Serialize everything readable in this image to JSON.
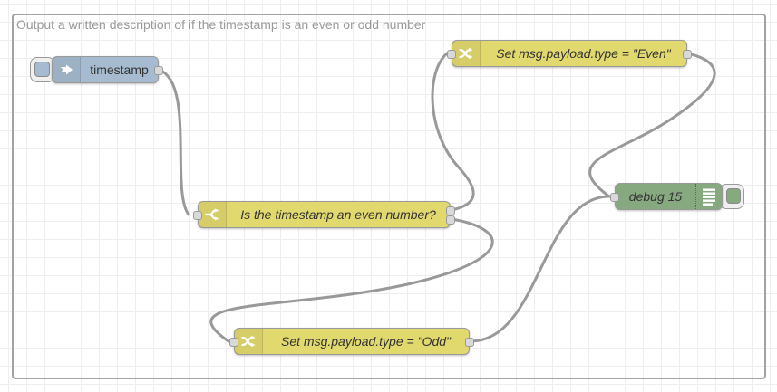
{
  "app": "Node-RED flow editor",
  "group": {
    "label": "Output a written description of if the timestamp is an even or odd number",
    "border_color": "#a3a3a3"
  },
  "nodes": {
    "timestamp": {
      "label": "timestamp",
      "type": "inject",
      "color": "#a6bbcf",
      "outputs": 1
    },
    "switch": {
      "label": "Is the timestamp an even number?",
      "type": "switch",
      "color": "#e2d96e",
      "outputs": 2
    },
    "change_even": {
      "label": "Set msg.payload.type = \"Even\"",
      "type": "change",
      "color": "#e2d96e",
      "outputs": 1
    },
    "change_odd": {
      "label": "Set msg.payload.type = \"Odd\"",
      "type": "change",
      "color": "#e2d96e",
      "outputs": 1
    },
    "debug": {
      "label": "debug 15",
      "type": "debug",
      "color": "#87a980",
      "outputs": 0
    }
  },
  "wires": {
    "color": "#999999",
    "connections": [
      {
        "from": "timestamp",
        "to": "switch"
      },
      {
        "from": "switch:out1",
        "to": "change_even"
      },
      {
        "from": "switch:out2",
        "to": "change_odd"
      },
      {
        "from": "change_even",
        "to": "debug"
      },
      {
        "from": "change_odd",
        "to": "debug"
      }
    ]
  },
  "colors": {
    "label": "#333333",
    "port_fill": "#d9d9d9",
    "port_stroke": "#999999",
    "grid": "#eeeeee",
    "icon": "#ffffff"
  }
}
